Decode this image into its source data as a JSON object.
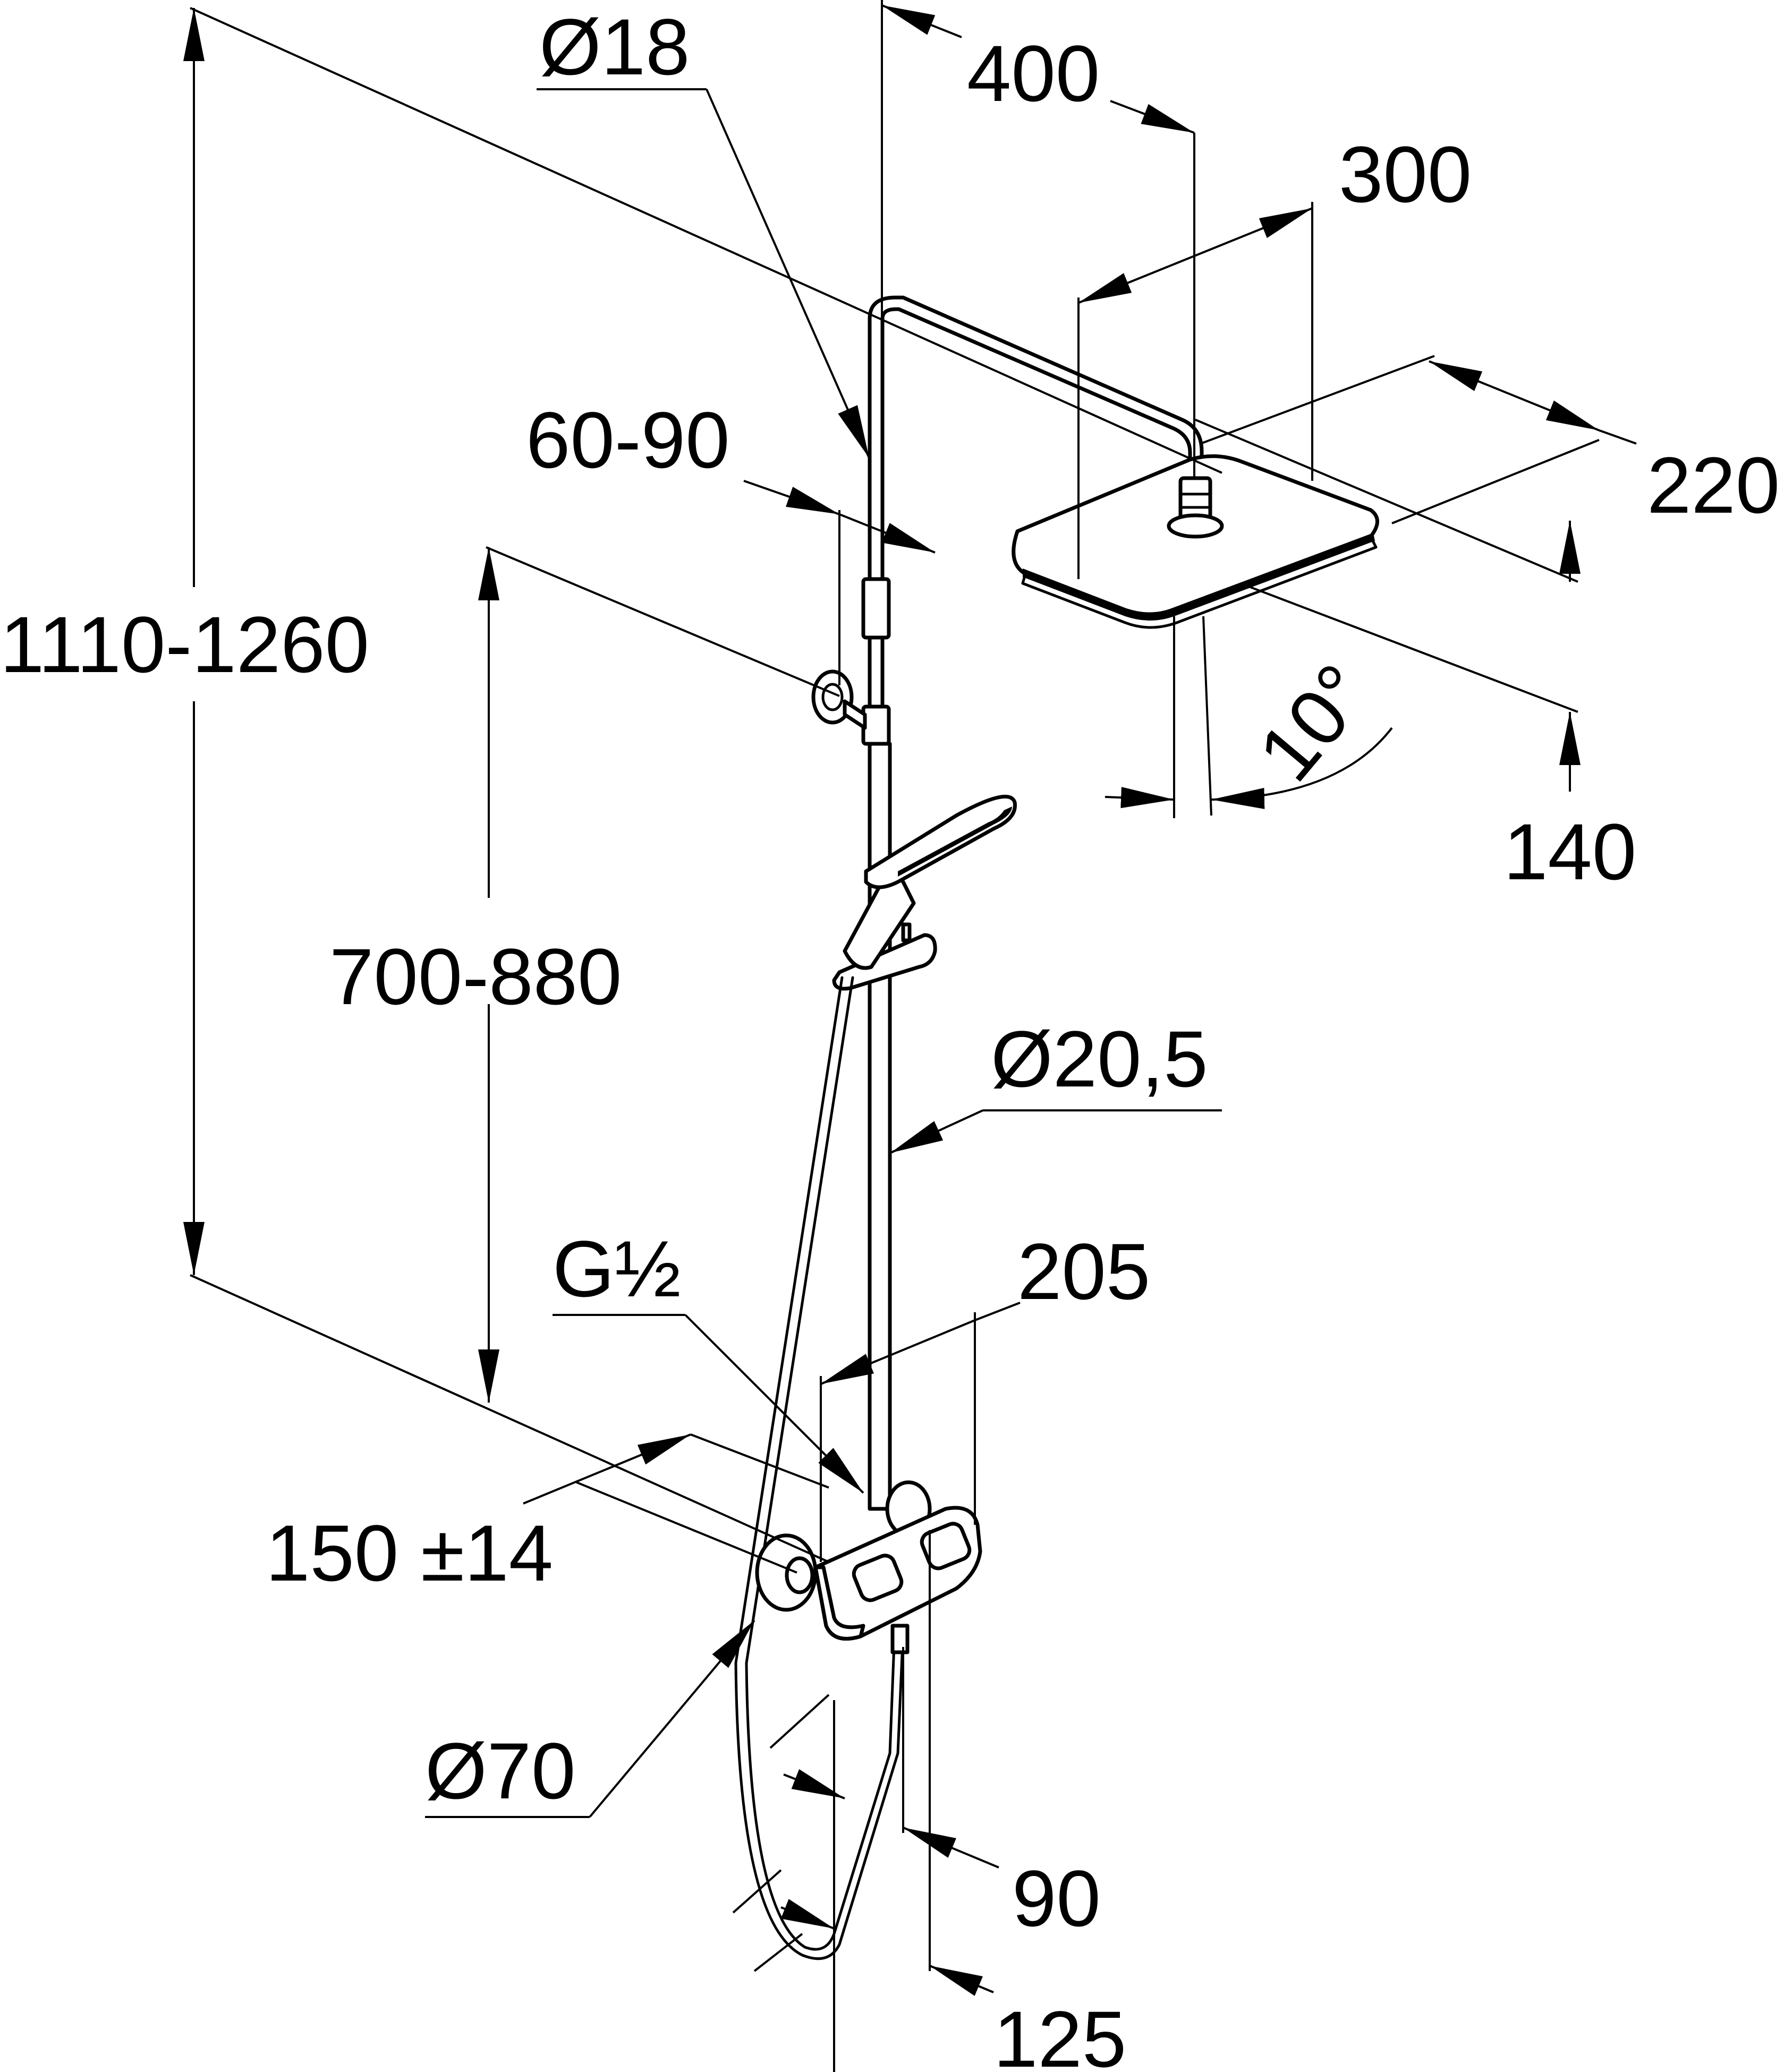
{
  "dimensions": {
    "total_height": "1110-1260",
    "riser_diameter": "Ø18",
    "arm_projection": "400",
    "head_depth": "300",
    "head_width": "220",
    "head_thickness": "140",
    "head_tilt": "10°",
    "wall_bracket_offset": "60-90",
    "handshower_height": "700-880",
    "lower_pipe_diameter": "Ø20,5",
    "thread": "G½",
    "mixer_depth": "205",
    "inlet_spacing": "150 ±14",
    "escutcheon_diameter": "Ø70",
    "mixer_width": "90",
    "wall_to_pipe": "125"
  }
}
